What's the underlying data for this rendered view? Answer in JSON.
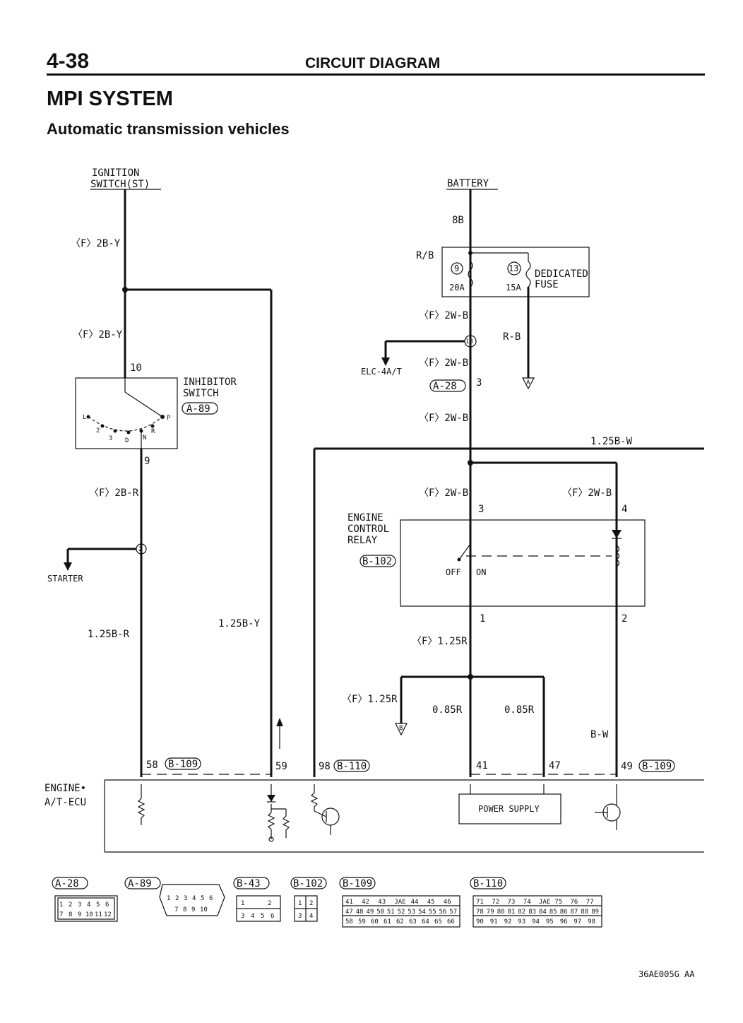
{
  "header": {
    "page_number": "4-38",
    "section": "CIRCUIT DIAGRAM",
    "system": "MPI SYSTEM",
    "subtitle": "Automatic transmission vehicles"
  },
  "components": {
    "ignition_switch_line1": "IGNITION",
    "ignition_switch_line2": "SWITCH(ST)",
    "battery": "BATTERY",
    "dedicated_fuse_line1": "DEDICATED",
    "dedicated_fuse_line2": "FUSE",
    "inhibitor_line1": "INHIBITOR",
    "inhibitor_line2": "SWITCH",
    "inhibitor_connector": "A-89",
    "starter": "STARTER",
    "elc": "ELC-4A/T",
    "ecr_line1": "ENGINE",
    "ecr_line2": "CONTROL",
    "ecr_line3": "RELAY",
    "ecr_connector": "B-102",
    "ecu_line1": "ENGINE•",
    "ecu_line2": "A/T-ECU",
    "power_supply": "POWER SUPPLY",
    "relay_off": "OFF",
    "relay_on": "ON"
  },
  "fuses": {
    "fuse9_num": "9",
    "fuse9_amp": "20A",
    "fuse13_num": "13",
    "fuse13_amp": "15A"
  },
  "inhibitor_positions": [
    "L",
    "2",
    "3",
    "D",
    "N",
    "R",
    "P"
  ],
  "wires": {
    "w_f2by_1": "〈F〉2B-Y",
    "w_f2by_2": "〈F〉2B-Y",
    "w_f2br": "〈F〉2B-R",
    "w_125br": "1.25B-R",
    "w_125by": "1.25B-Y",
    "w_8b": "8B",
    "w_rb_top": "R/B",
    "w_f2wb_1": "〈F〉2W-B",
    "w_rb": "R-B",
    "w_f2wb_2": "〈F〉2W-B",
    "w_f2wb_3": "〈F〉2W-B",
    "w_125bw": "1.25B-W",
    "w_f2wb_4": "〈F〉2W-B",
    "w_f2wb_5": "〈F〉2W-B",
    "w_f125r_1": "〈F〉1.25R",
    "w_f125r_2": "〈F〉1.25R",
    "w_085r_1": "0.85R",
    "w_085r_2": "0.85R",
    "w_bw": "B-W"
  },
  "connectors": {
    "a28": "A-28",
    "b109": "B-109",
    "b110": "B-110",
    "b43": "B-43",
    "b102": "B-102"
  },
  "pins": {
    "ign_10": "10",
    "ign_9": "9",
    "starter_2": "2",
    "junction_18": "18",
    "a28_3": "3",
    "ecr_3": "3",
    "ecr_4": "4",
    "ecr_1": "1",
    "ecr_2": "2",
    "ecu_58": "58",
    "ecu_59": "59",
    "ecu_98": "98",
    "ecu_41": "41",
    "ecu_47": "47",
    "ecu_49": "49"
  },
  "ground_marks": {
    "a": "A",
    "b": "B"
  },
  "connector_diagrams": {
    "a28_top": [
      "1",
      "2",
      "3",
      "4",
      "5",
      "6"
    ],
    "a28_bottom": [
      "7",
      "8",
      "9",
      "10",
      "11",
      "12"
    ],
    "a89_top": [
      "1",
      "2",
      "3",
      "4",
      "5",
      "6"
    ],
    "a89_bottom": [
      "7",
      "8",
      "9",
      "10"
    ],
    "b43_top": [
      "1",
      "",
      "2"
    ],
    "b43_bottom": [
      "3",
      "4",
      "5",
      "6"
    ],
    "b102_top": [
      "1",
      "2"
    ],
    "b102_bottom": [
      "3",
      "4"
    ],
    "b109_rows": [
      [
        "41",
        "42",
        "43",
        "JAE",
        "44",
        "45",
        "46"
      ],
      [
        "47",
        "48",
        "49",
        "50",
        "51",
        "52",
        "53",
        "54",
        "55",
        "56",
        "57"
      ],
      [
        "58",
        "59",
        "60",
        "61",
        "62",
        "63",
        "64",
        "65",
        "66"
      ]
    ],
    "b110_rows": [
      [
        "71",
        "72",
        "73",
        "74",
        "JAE",
        "75",
        "76",
        "77"
      ],
      [
        "78",
        "79",
        "80",
        "81",
        "82",
        "83",
        "84",
        "85",
        "86",
        "87",
        "88",
        "89"
      ],
      [
        "90",
        "91",
        "92",
        "93",
        "94",
        "95",
        "96",
        "97",
        "98"
      ]
    ]
  },
  "footer": {
    "code": "36AE005G AA"
  }
}
